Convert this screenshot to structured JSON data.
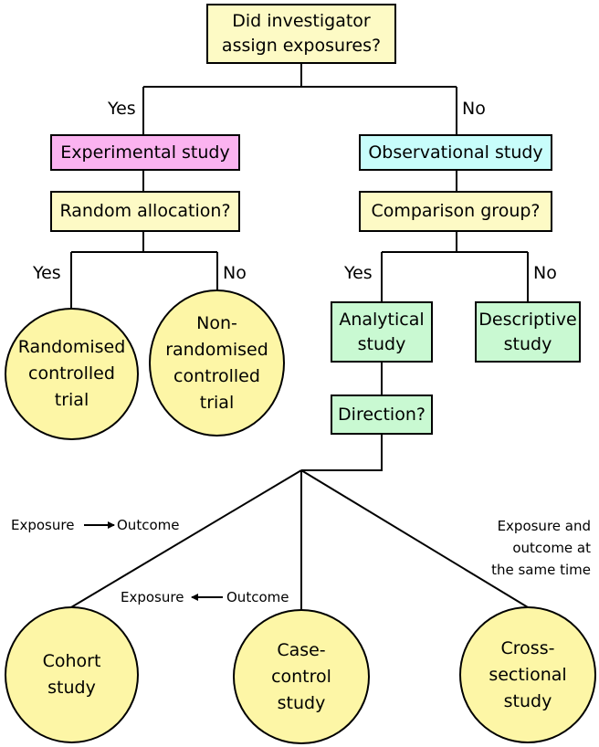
{
  "colors": {
    "question": "#fdfac5",
    "experimental": "#fbb3f0",
    "observational": "#c8fdfb",
    "analytic": "#c9f9d2",
    "outcome_circle": "#fdf6a6",
    "line": "#000000"
  },
  "nodes": {
    "root_question": "Did investigator\nassign exposures?",
    "experimental_study": "Experimental study",
    "observational_study": "Observational study",
    "random_allocation": "Random allocation?",
    "comparison_group": "Comparison group?",
    "analytical_study": "Analytical\nstudy",
    "descriptive_study": "Descriptive\nstudy",
    "direction": "Direction?",
    "rct": "Randomised\ncontrolled\ntrial",
    "non_rct": "Non-\nrandomised\ncontrolled\ntrial",
    "cohort": "Cohort\nstudy",
    "case_control": "Case-\ncontrol\nstudy",
    "cross_sectional": "Cross-\nsectional\nstudy"
  },
  "edge_labels": {
    "root_yes": "Yes",
    "root_no": "No",
    "random_yes": "Yes",
    "random_no": "No",
    "comparison_yes": "Yes",
    "comparison_no": "No"
  },
  "direction_labels": {
    "cohort_exposure": "Exposure",
    "cohort_outcome": "Outcome",
    "case_control_exposure": "Exposure",
    "case_control_outcome": "Outcome",
    "cross_sectional": "Exposure and\noutcome at\nthe same time"
  }
}
